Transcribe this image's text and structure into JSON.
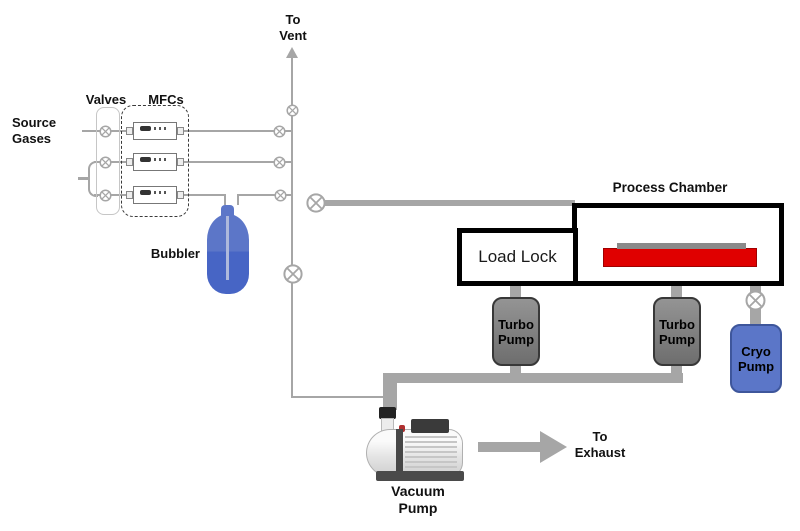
{
  "diagram_title": "Gas delivery and vacuum system diagram",
  "labels": {
    "source_gases": "Source\nGases",
    "valves": "Valves",
    "mfcs": "MFCs",
    "to_vent": "To\nVent",
    "bubbler": "Bubbler",
    "process_chamber": "Process Chamber",
    "load_lock": "Load Lock",
    "turbo_pump_load_lock": "Turbo\nPump",
    "turbo_pump_chamber": "Turbo\nPump",
    "cryo_pump": "Cryo\nPump",
    "vacuum_pump": "Vacuum\nPump",
    "to_exhaust": "To\nExhaust"
  },
  "icons": {
    "valve_symbol": "crossed-circle",
    "vent_arrow": "arrow-up",
    "exhaust_arrow": "arrow-right"
  },
  "counts": {
    "small_valves": 7,
    "large_valves": 3,
    "mfc_units": 3,
    "source_gas_lines": 3
  },
  "colors": {
    "pipe_gray": "#a6a6a6",
    "outline_black": "#000000",
    "susceptor_red": "#e00000",
    "wafer_gray": "#8a8a8a",
    "turbo_pump_fill": "#7f7f7f",
    "turbo_pump_border": "#383838",
    "bubbler_blue": "#5c76c8",
    "bubbler_liquid_blue": "#4765c5",
    "cryo_blue": "#5b76c8"
  }
}
